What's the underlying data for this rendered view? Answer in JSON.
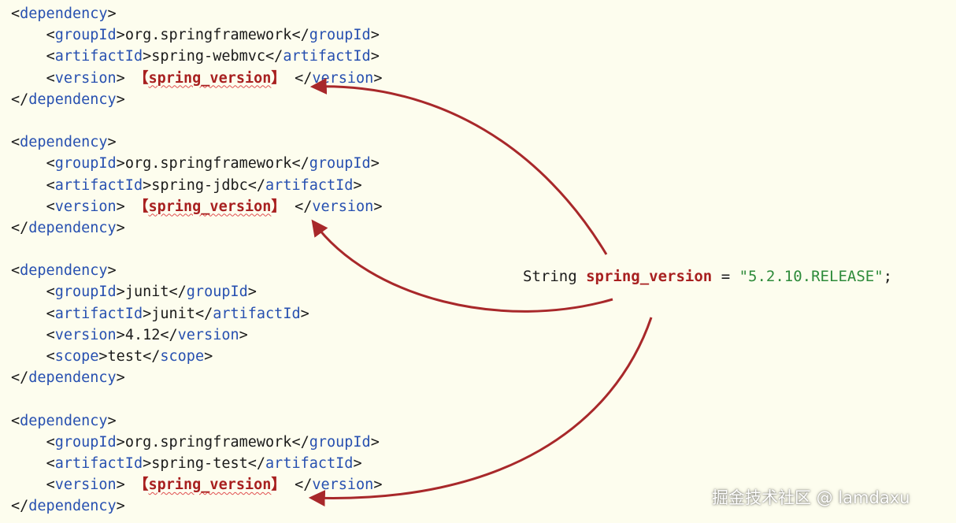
{
  "code_lines": [
    {
      "indent": "",
      "kind": "open",
      "tag": "dependency"
    },
    {
      "indent": "    ",
      "kind": "elem",
      "tag": "groupId",
      "value": "org.springframework"
    },
    {
      "indent": "    ",
      "kind": "elem",
      "tag": "artifactId",
      "value": "spring-webmvc"
    },
    {
      "indent": "    ",
      "kind": "placeholder",
      "tag": "version",
      "lbracket": "【",
      "var": "spring_version",
      "rbracket": "】"
    },
    {
      "indent": "",
      "kind": "close",
      "tag": "dependency"
    },
    {
      "kind": "blank"
    },
    {
      "indent": "",
      "kind": "open",
      "tag": "dependency"
    },
    {
      "indent": "    ",
      "kind": "elem",
      "tag": "groupId",
      "value": "org.springframework"
    },
    {
      "indent": "    ",
      "kind": "elem",
      "tag": "artifactId",
      "value": "spring-jdbc"
    },
    {
      "indent": "    ",
      "kind": "placeholder",
      "tag": "version",
      "lbracket": "【",
      "var": "spring_version",
      "rbracket": "】"
    },
    {
      "indent": "",
      "kind": "close",
      "tag": "dependency"
    },
    {
      "kind": "blank"
    },
    {
      "indent": "",
      "kind": "open",
      "tag": "dependency"
    },
    {
      "indent": "    ",
      "kind": "elem",
      "tag": "groupId",
      "value": "junit"
    },
    {
      "indent": "    ",
      "kind": "elem",
      "tag": "artifactId",
      "value": "junit"
    },
    {
      "indent": "    ",
      "kind": "elem",
      "tag": "version",
      "value": "4.12"
    },
    {
      "indent": "    ",
      "kind": "elem",
      "tag": "scope",
      "value": "test"
    },
    {
      "indent": "",
      "kind": "close",
      "tag": "dependency"
    },
    {
      "kind": "blank"
    },
    {
      "indent": "",
      "kind": "open",
      "tag": "dependency"
    },
    {
      "indent": "    ",
      "kind": "elem",
      "tag": "groupId",
      "value": "org.springframework"
    },
    {
      "indent": "    ",
      "kind": "elem",
      "tag": "artifactId",
      "value": "spring-test"
    },
    {
      "indent": "    ",
      "kind": "placeholder",
      "tag": "version",
      "lbracket": "【",
      "var": "spring_version",
      "rbracket": "】"
    },
    {
      "indent": "",
      "kind": "close",
      "tag": "dependency"
    }
  ],
  "declaration": {
    "type": "String",
    "name": "spring_version",
    "op": "=",
    "value": "\"5.2.10.RELEASE\"",
    "end": ";"
  },
  "watermark": "掘金技术社区 @ lamdaxu",
  "colors": {
    "background": "#fdfdee",
    "tag": "#2750b0",
    "placeholder": "#a82020",
    "string": "#2e8b3a",
    "arrow": "#a8282a"
  }
}
